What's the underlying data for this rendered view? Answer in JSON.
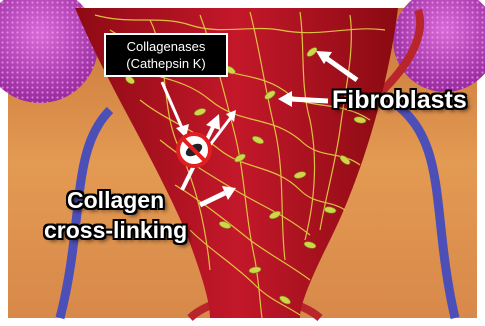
{
  "labels": {
    "enzyme_line1": "Collagenases",
    "enzyme_line2": "(Cathepsin K)",
    "fibroblasts": "Fibroblasts",
    "collagen_line1": "Collagen",
    "collagen_line2": "cross-linking"
  },
  "icons": [
    "no-symbol-icon",
    "arrow-icon"
  ],
  "colors": {
    "tissue_red": "#b3121f",
    "gum_orange": "#d9893f",
    "gum_pink": "#b23cb4",
    "vein_blue": "#5a63c8",
    "artery_red": "#c22a2a",
    "fiber_yellow": "#e8d63a",
    "prohibition_red": "#e02020"
  }
}
